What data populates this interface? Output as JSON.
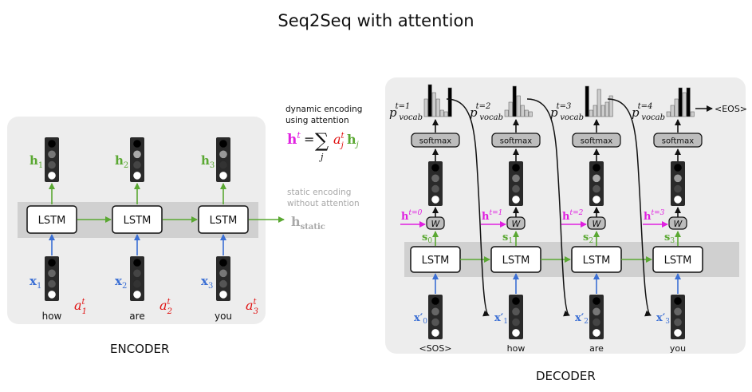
{
  "title": "Seq2Seq with attention",
  "encoder": {
    "label": "ENCODER",
    "cell_label": "LSTM",
    "hidden": [
      {
        "sym": "h",
        "sub": "1"
      },
      {
        "sym": "h",
        "sub": "2"
      },
      {
        "sym": "h",
        "sub": "3"
      }
    ],
    "inputs": [
      {
        "sym": "x",
        "sub": "1",
        "word": "how",
        "att": "a",
        "att_sup": "t",
        "att_sub": "1"
      },
      {
        "sym": "x",
        "sub": "2",
        "word": "are",
        "att": "a",
        "att_sup": "t",
        "att_sub": "2"
      },
      {
        "sym": "x",
        "sub": "3",
        "word": "you",
        "att": "a",
        "att_sup": "t",
        "att_sub": "3"
      }
    ],
    "static_note_line1": "static encoding",
    "static_note_line2": "without attention",
    "static_sym": "h",
    "static_sub": "static"
  },
  "attention_note": {
    "line1": "dynamic encoding",
    "line2": "using attention",
    "lhs": "h",
    "lhs_sup": "t",
    "eq": "=",
    "sum": "∑",
    "sum_sub": "j",
    "a": "a",
    "a_sup": "t",
    "a_sub": "j",
    "h": "h",
    "h_sub": "j"
  },
  "decoder": {
    "label": "DECODER",
    "cell_label": "LSTM",
    "softmax_label": "softmax",
    "w_label": "W",
    "eos": "<EOS>",
    "steps": [
      {
        "p": "p",
        "p_sub": "vocab",
        "p_sup": "t=1",
        "ctx": "h",
        "ctx_sup": "t=0",
        "s": "s",
        "s_sub": "0",
        "x": "x′",
        "x_sub": "0",
        "word": "<SOS>"
      },
      {
        "p": "p",
        "p_sub": "vocab",
        "p_sup": "t=2",
        "ctx": "h",
        "ctx_sup": "t=1",
        "s": "s",
        "s_sub": "1",
        "x": "x′",
        "x_sub": "1",
        "word": "how"
      },
      {
        "p": "p",
        "p_sub": "vocab",
        "p_sup": "t=3",
        "ctx": "h",
        "ctx_sup": "t=2",
        "s": "s",
        "s_sub": "2",
        "x": "x′",
        "x_sub": "2",
        "word": "are"
      },
      {
        "p": "p",
        "p_sub": "vocab",
        "p_sup": "t=4",
        "ctx": "h",
        "ctx_sup": "t=3",
        "s": "s",
        "s_sub": "3",
        "x": "x′",
        "x_sub": "3",
        "word": "you"
      }
    ]
  },
  "colors": {
    "green": "#5aa832",
    "blue": "#3b6fd4",
    "magenta": "#e020e0",
    "red": "#e01010",
    "grey_text": "#a8a8a8",
    "panel": "#ededed",
    "band": "#d0d0d0"
  }
}
